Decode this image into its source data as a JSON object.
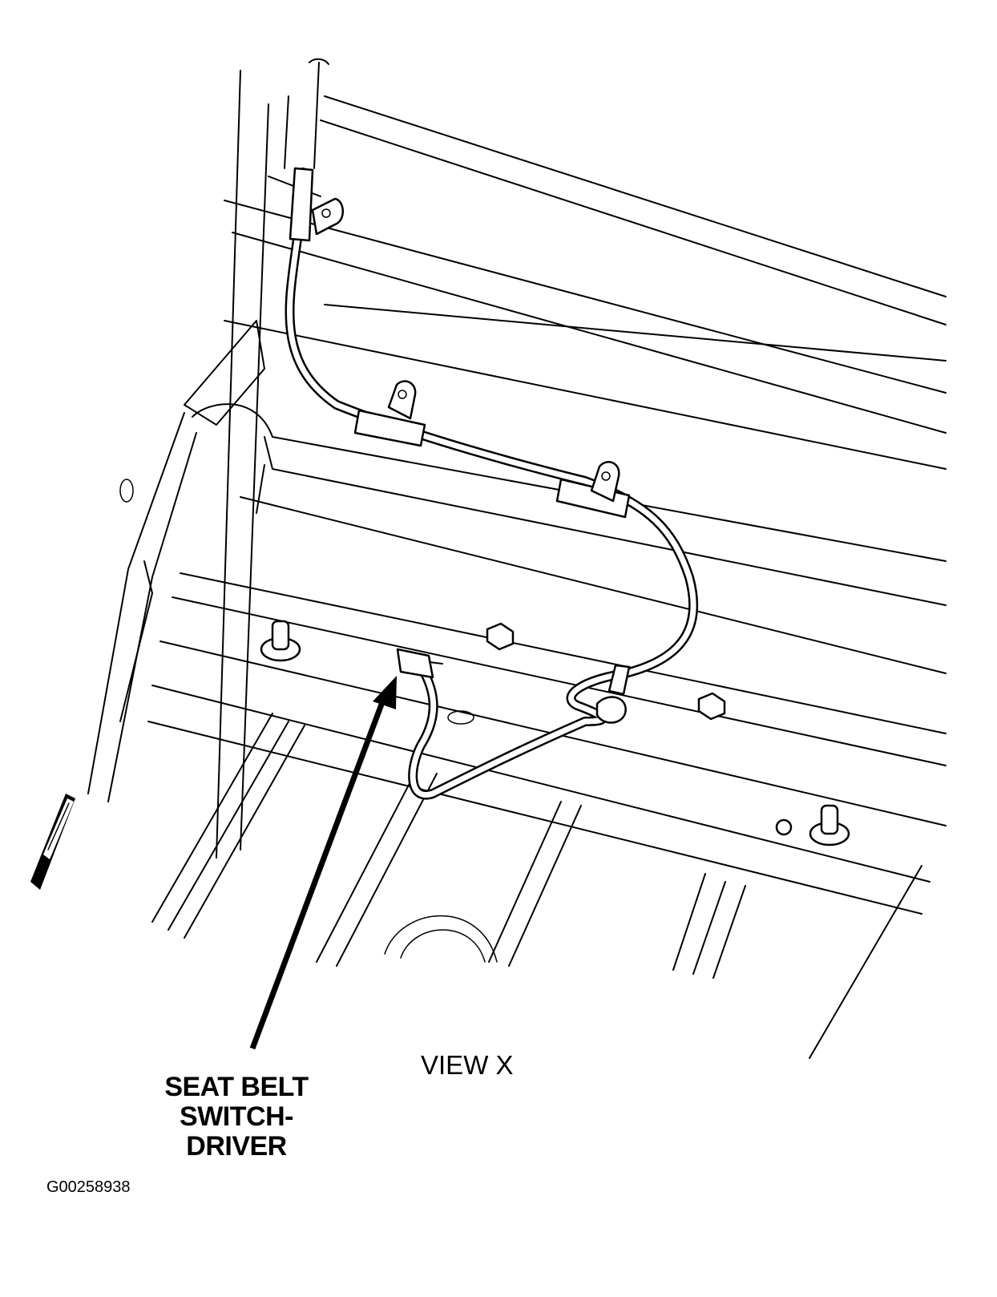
{
  "callout": {
    "line1": "SEAT BELT",
    "line2": "SWITCH-",
    "line3": "DRIVER"
  },
  "view_label": "VIEW X",
  "figure_id": "G00258938"
}
